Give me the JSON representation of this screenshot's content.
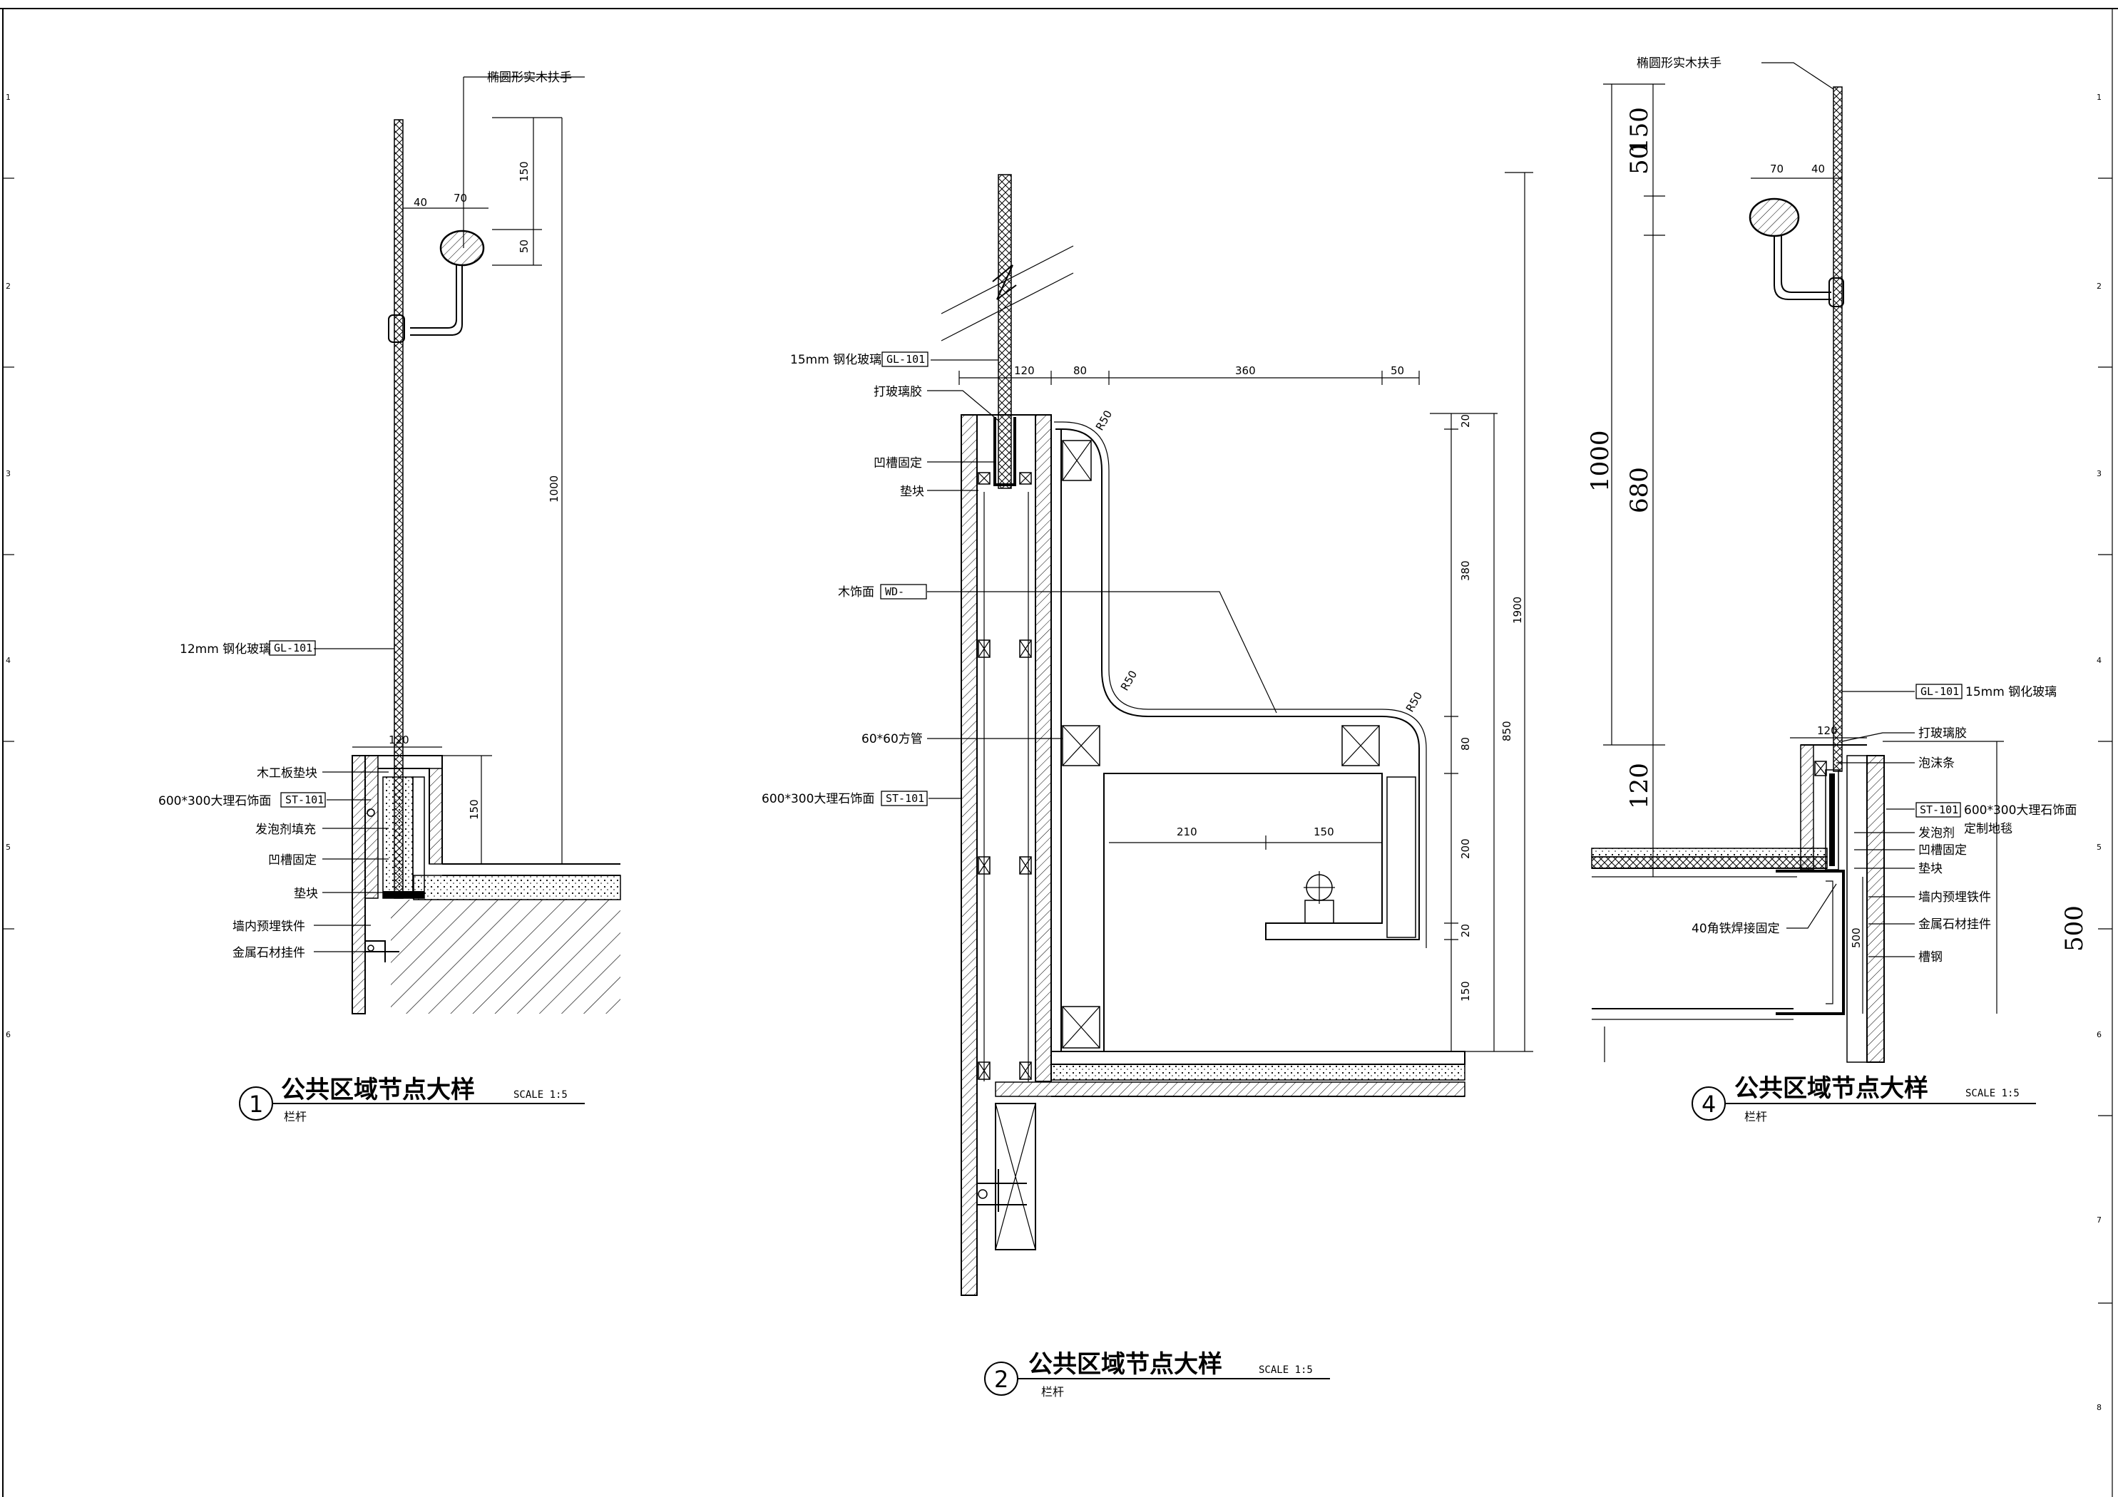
{
  "detail1": {
    "number": "1",
    "title": "公共区域节点大样",
    "scale": "SCALE 1:5",
    "subtitle": "栏杆",
    "labels": {
      "handrail": "椭圆形实木扶手",
      "glass": "12mm 钢化玻璃",
      "glass_tag": "GL-101",
      "wood_block": "木工板垫块",
      "marble": "600*300大理石饰面",
      "marble_tag": "ST-101",
      "foam": "发泡剂填充",
      "groove": "凹槽固定",
      "pad": "垫块",
      "embedded": "墙内预埋铁件",
      "hanger": "金属石材挂件"
    },
    "dims": {
      "d40": "40",
      "d70": "70",
      "d150a": "150",
      "d50": "50",
      "d1000": "1000",
      "d120": "120",
      "d150b": "150"
    }
  },
  "detail2": {
    "number": "2",
    "title": "公共区域节点大样",
    "scale": "SCALE 1:5",
    "subtitle": "栏杆",
    "labels": {
      "glass": "15mm 钢化玻璃",
      "glass_tag": "GL-101",
      "sealant": "打玻璃胶",
      "groove": "凹槽固定",
      "pad": "垫块",
      "wood": "木饰面",
      "wood_tag": "WD-",
      "tube": "60*60方管",
      "marble": "600*300大理石饰面",
      "marble_tag": "ST-101"
    },
    "dims": {
      "d120": "120",
      "d80a": "80",
      "d360": "360",
      "d50": "50",
      "r50a": "R50",
      "r50b": "R50",
      "r50c": "R50",
      "d20a": "20",
      "d380": "380",
      "d80b": "80",
      "d200": "200",
      "d20b": "20",
      "d150": "150",
      "d850": "850",
      "d1900": "1900",
      "d210": "210",
      "d150h": "150"
    }
  },
  "detail4": {
    "number": "4",
    "title": "公共区域节点大样",
    "scale": "SCALE 1:5",
    "subtitle": "栏杆",
    "labels": {
      "handrail": "椭圆形实木扶手",
      "glass": "15mm 钢化玻璃",
      "glass_tag": "GL-101",
      "sealant": "打玻璃胶",
      "foam_strip": "泡沫条",
      "marble": "600*300大理石饰面",
      "marble_tag": "ST-101",
      "carpet": "定制地毯",
      "foam": "发泡剂",
      "groove": "凹槽固定",
      "pad": "垫块",
      "embedded": "墙内预埋铁件",
      "hanger": "金属石材挂件",
      "angle": "40角铁焊接固定",
      "channel": "槽钢"
    },
    "dims": {
      "d50": "50",
      "d150": "150",
      "d1000": "1000",
      "d680": "680",
      "d120": "120",
      "d70": "70",
      "d40": "40",
      "d120b": "120",
      "d500a": "500",
      "d500b": "500"
    }
  },
  "border_grid": {
    "rows": [
      "1",
      "2",
      "3",
      "4",
      "5",
      "6",
      "7",
      "8"
    ]
  }
}
